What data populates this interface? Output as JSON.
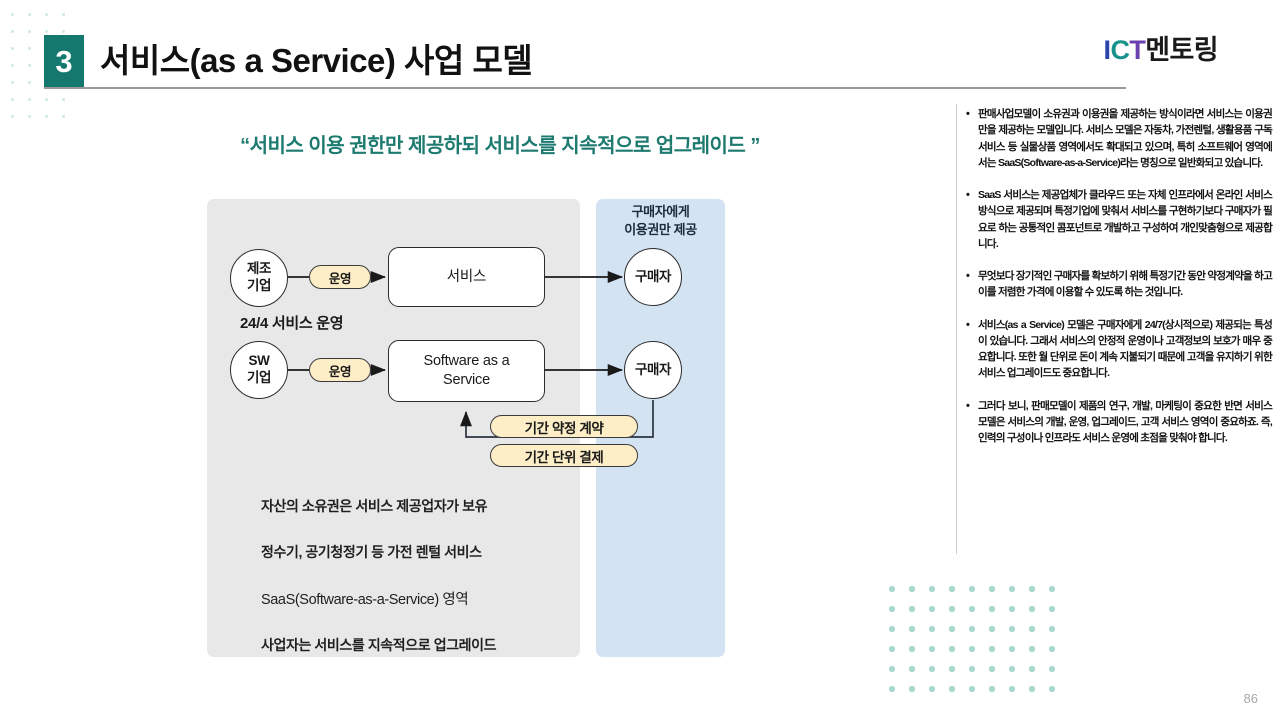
{
  "header": {
    "badge_number": "3",
    "title": "서비스(as a Service) 사업 모델",
    "logo": {
      "i": "I",
      "c": "C",
      "t": "T",
      "korean": "멘토링"
    }
  },
  "quote": "“서비스 이용 권한만 제공하되 서비스를 지속적으로 업그레이드 ”",
  "diagram": {
    "blue_panel_title": "구매자에게\n이용권만 제공",
    "nodes": {
      "manufacturer": "제조\n기업",
      "sw_company": "SW\n기업",
      "service_box": "서비스",
      "saas_box": "Software as a\nService",
      "buyer_top": "구매자",
      "buyer_bottom": "구매자"
    },
    "edge_labels": {
      "operate_top": "운영",
      "operate_bottom": "운영",
      "contract": "기간 약정 계약",
      "payment": "기간 단위 결제"
    },
    "operation_note": "24/4 서비스 운영",
    "notes": [
      "자산의 소유권은 서비스 제공업자가 보유",
      "정수기, 공기청정기 등 가전 렌털 서비스",
      "SaaS(Software-as-a-Service) 영역",
      "사업자는 서비스를 지속적으로 업그레이드"
    ]
  },
  "sidebar": {
    "paragraphs": [
      "판매사업모델이 소유권과 이용권을 제공하는 방식이라면 서비스는 이용권만을 제공하는 모델입니다. 서비스 모델은 자동차, 가전렌털, 생활용품 구독 서비스 등 실물상품 영역에서도 확대되고 있으며, 특히 소프트웨어 영역에서는 SaaS(Software-as-a-Service)라는 명칭으로 일반화되고 있습니다.",
      "SaaS 서비스는 제공업체가 클라우드 또는 자체 인프라에서 온라인 서비스 방식으로 제공되며 특정기업에 맞춰서 서비스를 구현하기보다 구매자가 필요로 하는 공통적인 콤포넌트로 개발하고 구성하여 개인맞춤형으로 제공합니다.",
      "무엇보다 장기적인 구매자를 확보하기 위해 특정기간 동안 약정계약을 하고 이를 저렴한 가격에 이용할 수 있도록 하는 것입니다.",
      "서비스(as a Service) 모델은 구매자에게 24/7(상시적으로) 제공되는 특성이 있습니다. 그래서 서비스의 안정적 운영이나 고객정보의 보호가 매우 중요합니다. 또한 월 단위로 돈이 계속 지불되기 때문에 고객을 유지하기 위한 서비스 업그레이드도 중요합니다.",
      "그러다 보니, 판매모델이 제품의 연구, 개발, 마케팅이 중요한 반면 서비스 모델은 서비스의 개발, 운영, 업그레이드, 고객 서비스 영역이 중요하죠. 즉, 인력의 구성이나 인프라도 서비스 운영에 초점을 맞춰야 합니다."
    ]
  },
  "page_number": "86",
  "colors": {
    "accent_green": "#15786e",
    "quote_teal": "#1d7a6f",
    "gray_panel": "#e8e8e8",
    "blue_panel": "#d3e3f2",
    "pill_yellow": "#fdeec7",
    "dot_teal": "#a9d8ce"
  }
}
